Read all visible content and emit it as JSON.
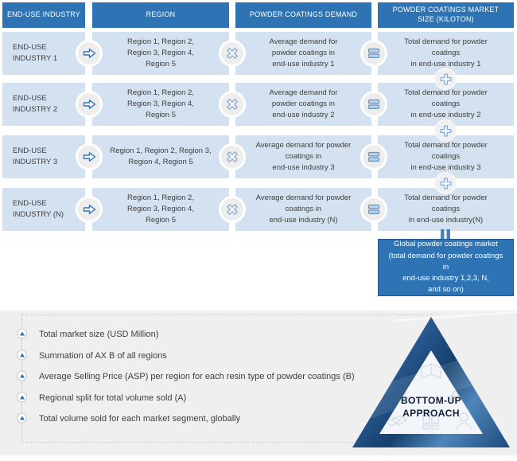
{
  "colors": {
    "header_blue": "#2e74b5",
    "row_light_blue": "#d3e1f0",
    "global_box_blue": "#2e74b5",
    "panel_gray": "#f0efef",
    "accent_blue": "#2e74b5",
    "triangle_dark_blue": "#16406e",
    "text_dark": "#3f3f3f"
  },
  "diagram": {
    "columns": {
      "col1": "END-USE INDUSTRY",
      "col2": "REGION",
      "col3": "POWDER COATINGS DEMAND",
      "col4": "POWDER COATINGS MARKET\nSIZE (KILOTON)"
    },
    "rows": [
      {
        "industry": "END-USE\nINDUSTRY 1",
        "regions": "Region 1, Region 2,\nRegion 3, Region 4,\nRegion 5",
        "demand": "Average demand for\npowder coatings in\nend-use industry 1",
        "total": "Total demand for powder\ncoatings\nin end-use industry 1"
      },
      {
        "industry": "END-USE\nINDUSTRY 2",
        "regions": "Region 1, Region 2,\nRegion 3, Region 4,\nRegion 5",
        "demand": "Average demand for\npowder coatings in\nend-use industry 2",
        "total": "Total demand for powder\ncoatings\nin end-use industry 2"
      },
      {
        "industry": "END-USE\nINDUSTRY 3",
        "regions": "Region 1, Region 2, Region 3,\nRegion 4, Region 5",
        "demand": "Average demand for powder\ncoatings in\nend-use industry 3",
        "total": "Total demand for powder\ncoatings\nin end-use industry 3"
      },
      {
        "industry": "END-USE\nINDUSTRY (N)",
        "regions": "Region 1, Region 2,\nRegion 3, Region 4,\nRegion 5",
        "demand": "Average demand for powder\ncoatings in\nend-use industry (N)",
        "total": "Total demand for powder\ncoatings\nin end-use industry(N)"
      }
    ],
    "operators": {
      "col1_to_col2": "right-arrow",
      "col2_to_col3": "multiply",
      "col3_to_col4": "equals",
      "between_totals": "plus",
      "totals_to_global": "equals-vertical"
    },
    "global_box": "Global powder coatings market\n(total demand for powder coatings\nin\nend-use industry 1,2,3, N,\nand so on)"
  },
  "summary": {
    "items": [
      "Total market size (USD Million)",
      "Summation of AX B of all regions",
      "Average Selling Price (ASP) per region for each resin type of  powder coatings  (B)",
      "Regional split for total volume sold (A)",
      "Total volume sold for each market segment, globally"
    ]
  },
  "triangle": {
    "label_line1": "BOTTOM-UP",
    "label_line2": "APPROACH",
    "ghost_icons": [
      "book-icon",
      "laptop-icon",
      "headset-icon",
      "handshake-icon",
      "equipment-icon",
      "person-icon"
    ]
  }
}
